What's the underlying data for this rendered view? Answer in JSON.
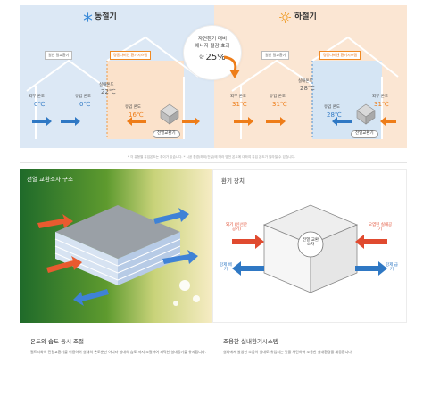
{
  "winter": {
    "title": "동절기",
    "tag_left": "일반 열교환기",
    "tag_right": "경동나비엔 환기시스템",
    "indoor_label": "실내온도",
    "indoor_value": "22℃",
    "outdoor_label": "외부 온도",
    "outdoor_value": "0℃",
    "inflow1_label": "유입 온도",
    "inflow1_value": "0℃",
    "inflow2_label": "유입 온도",
    "inflow2_value": "16℃",
    "badge": "전열교환기"
  },
  "summer": {
    "title": "하절기",
    "tag_left": "일반 열교환기",
    "tag_right": "경동나비엔 환기시스템",
    "indoor_label": "실내온도",
    "indoor_value": "28℃",
    "outdoor_left_label": "외부 온도",
    "outdoor_left_value": "31℃",
    "inflow1_label": "유입 온도",
    "inflow1_value": "31℃",
    "inflow2_label": "유입 온도",
    "inflow2_value": "28℃",
    "outdoor_right_label": "외부 온도",
    "outdoor_right_value": "31℃",
    "badge": "전열교환기"
  },
  "center": {
    "line1": "자연환기 대비",
    "line2": "에너지 절감 효과",
    "prefix": "약",
    "value": "25%"
  },
  "footnote": "* 각 유형별 유입온도는 추이가 있습니다.    * 시공 환경(해외/건설)에 따라 방전 온도에 대하여 유입 온도가 달라질 수 있습니다.",
  "left_section": {
    "image_title": "전열 교환소자 구조",
    "heading": "온도와 습도 동시 조절",
    "desc": "필트리와의 전열교환기를 이용하여 실내의 온도뿐만 아니라 실내의 습도 까지 조절하여 쾌적한 실내공기를 유지합니다."
  },
  "right_section": {
    "title": "환기 장치",
    "center_label": "전열 교환 소자",
    "label_left_top": "외기 (신선한 공기)",
    "label_right_top": "오염된 실내공기",
    "label_left_bottom": "강제 배기",
    "label_right_bottom": "강제 급기",
    "heading": "조용한 실내환기시스템",
    "desc": "실외에서 발생한 소음이 실내로 유입되는 것을 차단하여 조용한 실내환경을 제공합니다."
  },
  "colors": {
    "winter_bg": "#dce8f5",
    "summer_bg": "#fbe6d3",
    "accent_orange": "#ee7d19",
    "accent_blue": "#2f78c4",
    "accent_red": "#e04a2f"
  }
}
